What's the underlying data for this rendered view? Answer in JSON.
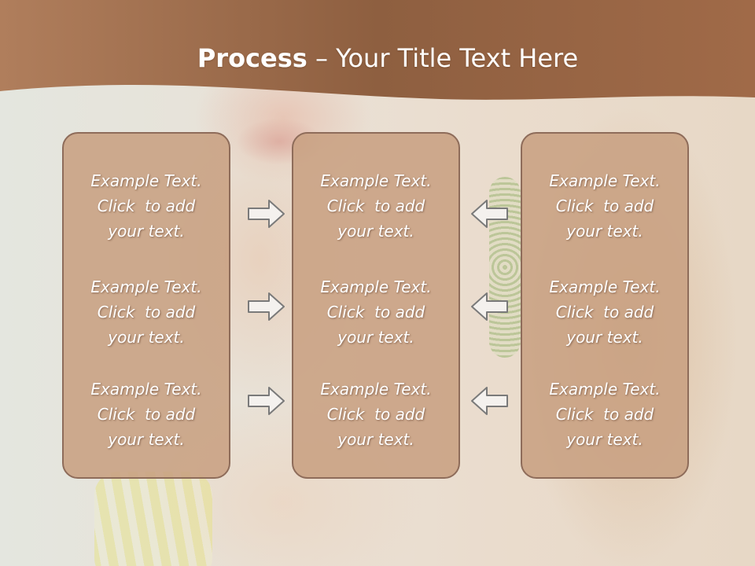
{
  "title": {
    "bold": "Process",
    "rest": " – Your Title Text Here"
  },
  "columns": [
    {
      "items": [
        {
          "line1": "Example Text.",
          "line2": "Click  to add",
          "line3": "your text."
        },
        {
          "line1": "Example Text.",
          "line2": "Click  to add",
          "line3": "your text."
        },
        {
          "line1": "Example Text.",
          "line2": "Click  to add",
          "line3": "your text."
        }
      ]
    },
    {
      "items": [
        {
          "line1": "Example Text.",
          "line2": "Click  to add",
          "line3": "your text."
        },
        {
          "line1": "Example Text.",
          "line2": "Click  to add",
          "line3": "your text."
        },
        {
          "line1": "Example Text.",
          "line2": "Click  to add",
          "line3": "your text."
        }
      ]
    },
    {
      "items": [
        {
          "line1": "Example Text.",
          "line2": "Click  to add",
          "line3": "your text."
        },
        {
          "line1": "Example Text.",
          "line2": "Click  to add",
          "line3": "your text."
        },
        {
          "line1": "Example Text.",
          "line2": "Click  to add",
          "line3": "your text."
        }
      ]
    }
  ],
  "icons": {
    "left_arrows": "arrow-right-icon",
    "right_arrows": "arrow-left-icon"
  },
  "colors": {
    "header_band": "#9a6a4a",
    "box_fill": "#c8a082",
    "box_border": "#8e6c5a",
    "text": "#ffffff"
  }
}
